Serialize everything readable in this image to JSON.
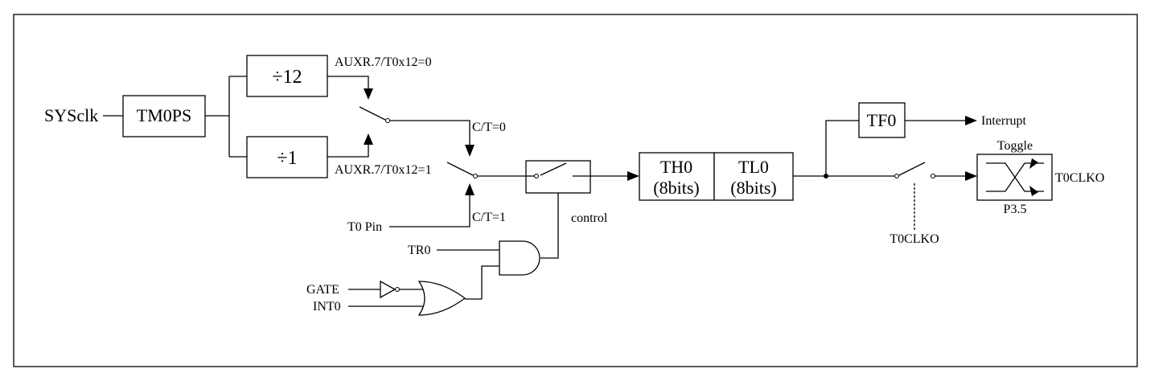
{
  "input_clock": "SYSclk",
  "prescaler": "TM0PS",
  "divider_12": "÷12",
  "divider_1": "÷1",
  "mode_label_12": "AUXR.7/T0x12=0",
  "mode_label_1": "AUXR.7/T0x12=1",
  "ct_timer": "C/T=0",
  "ct_counter": "C/T=1",
  "t0_pin": "T0 Pin",
  "control": "control",
  "tr0": "TR0",
  "gate": "GATE",
  "int0": "INT0",
  "th0": {
    "name": "TH0",
    "bits": "(8bits)"
  },
  "tl0": {
    "name": "TL0",
    "bits": "(8bits)"
  },
  "tf0": "TF0",
  "interrupt": "Interrupt",
  "toggle": "Toggle",
  "output_pin": "P3.5",
  "clock_out": "T0CLKO",
  "clock_out_ctrl": "T0CLKO"
}
